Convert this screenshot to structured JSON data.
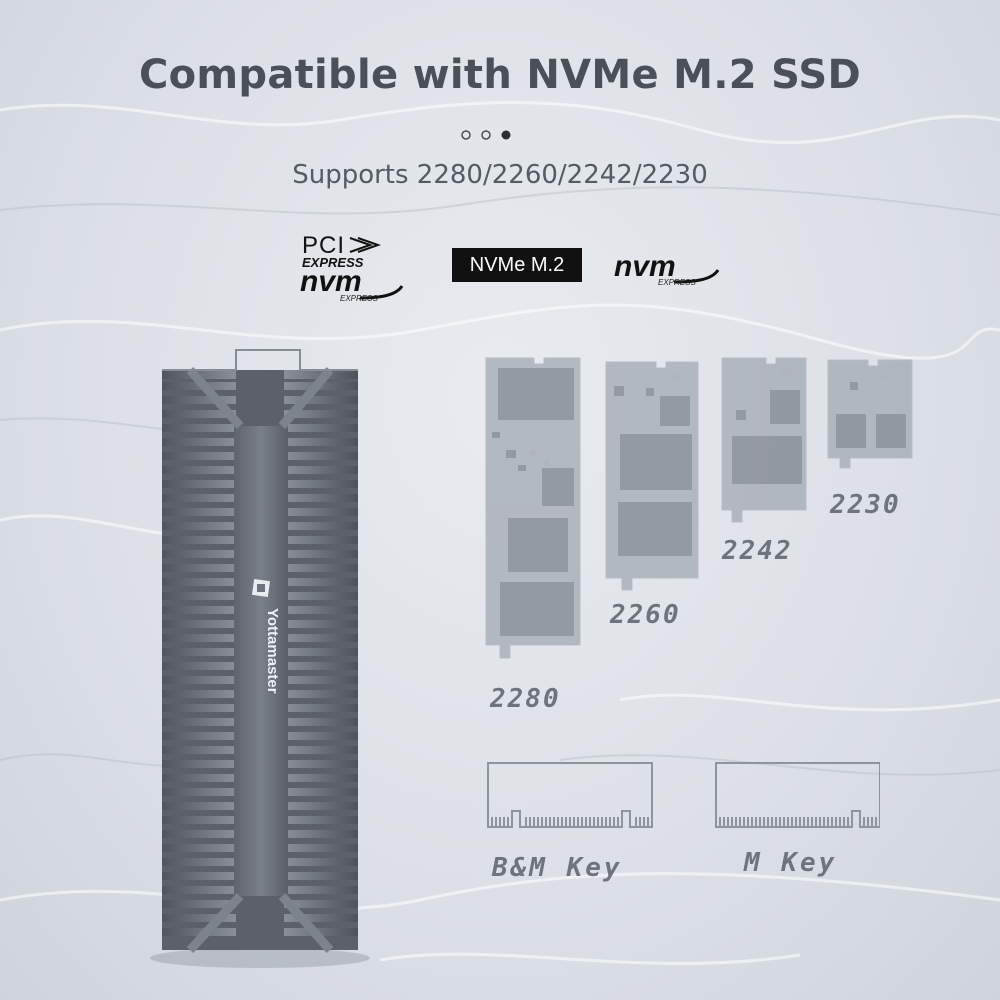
{
  "header": {
    "title": "Compatible with NVMe M.2 SSD",
    "subtitle": "Supports 2280/2260/2242/2230",
    "pager_dots": 3,
    "active_dot": 3
  },
  "logos": {
    "pci_express": {
      "line1": "PCI",
      "line2": "EXPRESS",
      "line3": "nvm",
      "line4": "EXPRESS"
    },
    "nvme_m2_badge": "NVMe M.2",
    "nvm_express": {
      "line1": "nvm",
      "line2": "EXPRESS"
    }
  },
  "product": {
    "brand": "Yottamaster",
    "color": "#6f747c"
  },
  "form_factors": [
    "2280",
    "2260",
    "2242",
    "2230"
  ],
  "keys": {
    "bm_key": "B&M Key",
    "m_key": "M Key"
  },
  "colors": {
    "diagram": "#9da3ab",
    "diagram_dark": "#8a9098",
    "text": "#4a4f58"
  }
}
